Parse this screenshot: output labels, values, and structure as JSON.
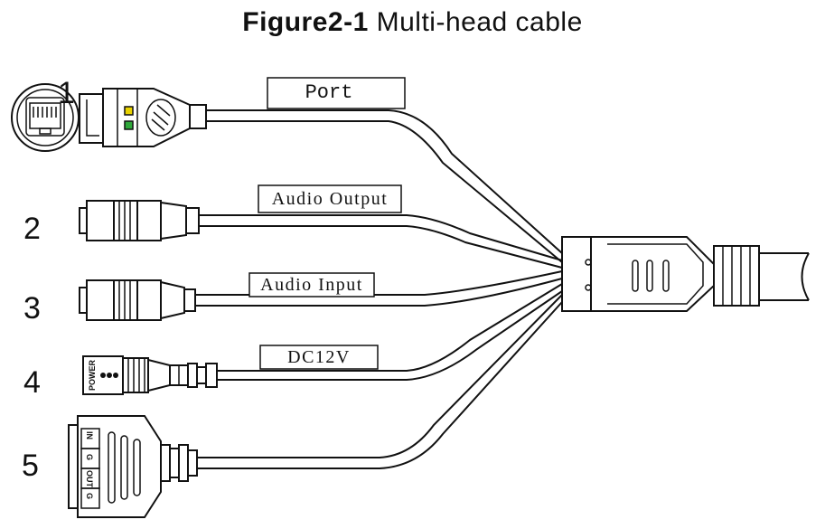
{
  "figure": {
    "id": "Figure2-1",
    "caption": "Multi-head cable"
  },
  "ports": [
    {
      "number": "1",
      "label": "Port"
    },
    {
      "number": "2",
      "label": "Audio Output"
    },
    {
      "number": "3",
      "label": "Audio Input"
    },
    {
      "number": "4",
      "label": "DC12V"
    },
    {
      "number": "5",
      "label": ""
    }
  ],
  "power_connector": {
    "marking": "POWER"
  },
  "alarm_terminal": {
    "pins": [
      "IN",
      "G",
      "OUT",
      "G"
    ]
  },
  "colors": {
    "stroke": "#111111",
    "led_yellow": "#e8d200",
    "led_green": "#2fa83a"
  }
}
